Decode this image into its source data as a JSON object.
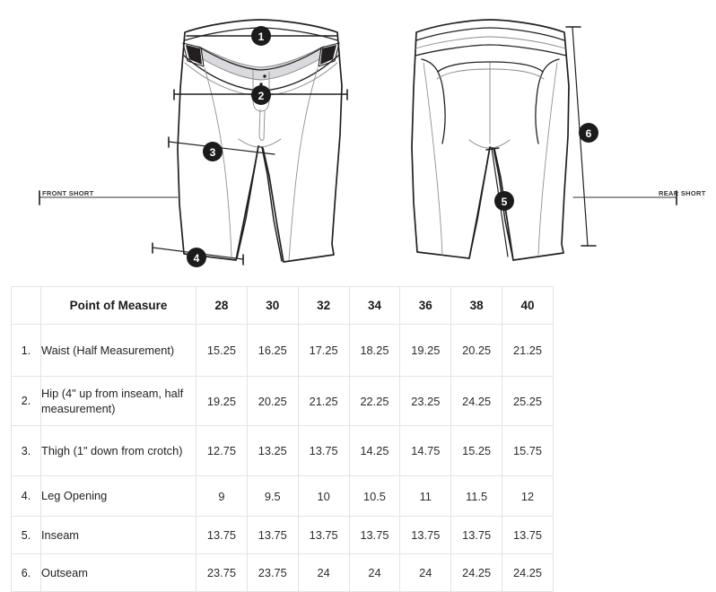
{
  "diagram": {
    "front_label": "FRONT SHORT",
    "rear_label": "REAR SHORT",
    "callouts": [
      {
        "id": "1",
        "measure": "Waist"
      },
      {
        "id": "2",
        "measure": "Hip"
      },
      {
        "id": "3",
        "measure": "Thigh"
      },
      {
        "id": "4",
        "measure": "Leg Opening"
      },
      {
        "id": "5",
        "measure": "Inseam"
      },
      {
        "id": "6",
        "measure": "Outseam"
      }
    ],
    "colors": {
      "outline": "#231f20",
      "detail_line": "#8a8a8a",
      "badge_fill": "#1b1b1b",
      "badge_text": "#ffffff",
      "panel_fill": "#d9dade",
      "accent_dark": "#231f20"
    }
  },
  "table": {
    "index_header": "",
    "pom_header": "Point of Measure",
    "sizes": [
      "28",
      "30",
      "32",
      "34",
      "36",
      "38",
      "40"
    ],
    "rows": [
      {
        "index": "1.",
        "label": "Waist (Half Measurement)",
        "values": [
          "15.25",
          "16.25",
          "17.25",
          "18.25",
          "19.25",
          "20.25",
          "21.25"
        ]
      },
      {
        "index": "2.",
        "label": "Hip (4\" up from inseam, half measurement)",
        "values": [
          "19.25",
          "20.25",
          "21.25",
          "22.25",
          "23.25",
          "24.25",
          "25.25"
        ]
      },
      {
        "index": "3.",
        "label": "Thigh (1\" down from crotch)",
        "values": [
          "12.75",
          "13.25",
          "13.75",
          "14.25",
          "14.75",
          "15.25",
          "15.75"
        ]
      },
      {
        "index": "4.",
        "label": "Leg Opening",
        "values": [
          "9",
          "9.5",
          "10",
          "10.5",
          "11",
          "11.5",
          "12"
        ]
      },
      {
        "index": "5.",
        "label": "Inseam",
        "values": [
          "13.75",
          "13.75",
          "13.75",
          "13.75",
          "13.75",
          "13.75",
          "13.75"
        ]
      },
      {
        "index": "6.",
        "label": "Outseam",
        "values": [
          "23.75",
          "23.75",
          "24",
          "24",
          "24",
          "24.25",
          "24.25"
        ]
      }
    ]
  }
}
